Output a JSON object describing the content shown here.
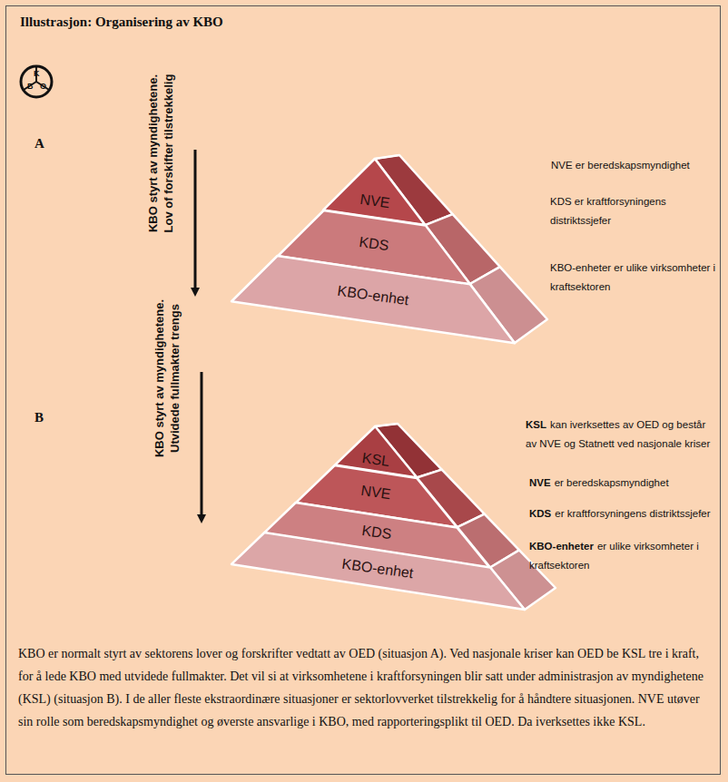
{
  "diagram": {
    "title": "Illustrasjon: Organisering av KBO",
    "caption": "KBO er normalt styrt av sektorens lover og forskrifter vedtatt av OED (situasjon A). Ved nasjonale kriser kan OED be KSL tre i kraft, for å lede KBO med utvidede fullmakter. Det vil si at virksomhetene i kraftforsyningen blir satt under administrasjon av myndighetene (KSL) (situasjon B). I de aller fleste ekstraordinære situasjoner er sektorlovverket tilstrekkelig for å håndtere situasjonen. NVE utøver sin rolle som beredskapsmyndighet og øverste ansvarlige i KBO, med rapporteringsplikt til OED. Da iverksettes ikke KSL.",
    "nodes": [
      {
        "text": [
          "NVE"
        ]
      },
      {
        "text": [
          "KDS"
        ]
      },
      {
        "text": [
          "KBO-enhet"
        ]
      },
      {
        "text": [
          "KSL"
        ]
      },
      {
        "text": [
          "NVE"
        ]
      },
      {
        "text": [
          "KDS"
        ]
      },
      {
        "text": [
          "KBO-enhet"
        ]
      }
    ],
    "labels": [
      "A",
      "B",
      "K",
      "B",
      "O",
      "KBO styrt av myndighetene. Lov of forskifter tilstrekkelig",
      "KBO styrt av myndighetene. Utvidede fullmakter trengs",
      "NVE er beredskapsmyndighet",
      "KDS er kraftforsyningens distriktssjefer",
      "KBO-enheter er ulike virksomheter i kraftsektoren",
      "KSL",
      "kan iverksettes av OED og består av NVE og Statnett ved nasjonale kriser",
      "NVE",
      "er beredskapsmyndighet",
      "KDS",
      "er kraftforsyningens distriktssjefer",
      "KBO-enheter",
      "er ulike virksomheter i kraftsektoren"
    ]
  }
}
